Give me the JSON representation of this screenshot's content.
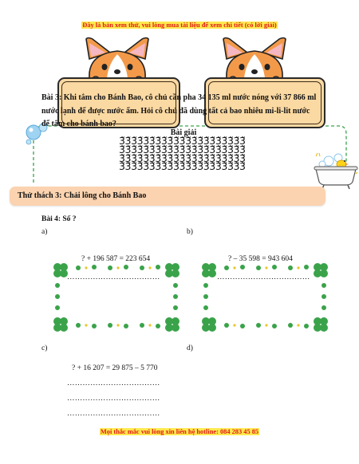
{
  "header": {
    "banner": "Đây là bản xem thử, vui lòng mua tài liệu để xem chi tiết (có lời giải)"
  },
  "problem3": {
    "line1": "Bài 3: Khi tắm cho Bánh Bao, cô chủ cần pha 34 135 ml nước nóng với 37 866 ml",
    "line2": "nước lạnh để được nước ấm. Hỏi cô chủ đã dùng tất cả bao nhiêu mi-li-lit nước",
    "line3": "để tắm cho bánh bao?"
  },
  "solution": {
    "title": "Bài giải",
    "lines": [
      "3̃3̃3̃3̃3̃3̃3̃3̃3̃3̃3̃3̃3̃3̃3̃3̃3̃3̃3̃3̃3̃",
      "3̃3̃3̃3̃3̃3̃3̃3̃3̃3̃3̃3̃3̃3̃3̃3̃3̃3̃3̃3̃3̃",
      "3̃3̃3̃3̃3̃3̃3̃3̃3̃3̃3̃3̃3̃3̃3̃3̃3̃3̃3̃3̃3̃",
      "3̃3̃3̃3̃3̃3̃3̃3̃3̃3̃3̃3̃3̃3̃3̃3̃3̃3̃3̃3̃3̃"
    ]
  },
  "challenge": {
    "title": "Thử thách 3: Chải  lông cho Bánh Bao"
  },
  "problem4": {
    "title": "Bài 4: Số ?",
    "labels": {
      "a": "a)",
      "b": "b)",
      "c": "c)",
      "d": "d)"
    },
    "eq_a": "? + 196 587 = 223 654",
    "eq_b": "? – 35 598 = 943 604",
    "eq_c": "? + 16 207 = 29 875 – 5 770",
    "dots_a": "………………………………",
    "dots_b": "………………………………",
    "dots_c": "………………………………"
  },
  "footer": {
    "hotline": "Mọi thắc mắc vui lòng xin liên hệ hotline: 084 283 45 85"
  },
  "colors": {
    "sign_fill": "#fbd9a2",
    "challenge_bar": "#fbd3b0",
    "dash_green": "#3aa34a",
    "banner_red": "#e01b1b",
    "banner_highlight": "#ffe94d"
  }
}
